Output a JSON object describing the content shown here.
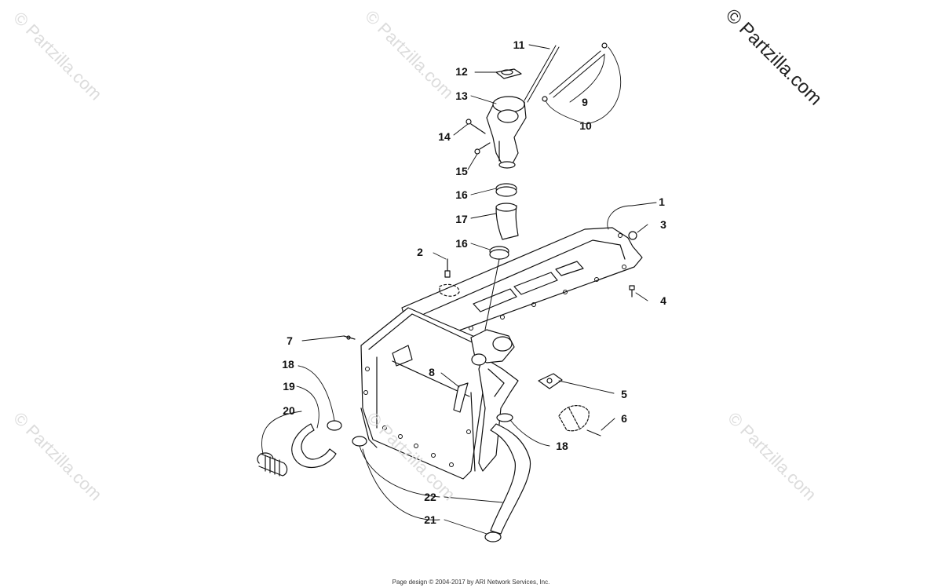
{
  "watermark": {
    "main": "© Partzilla.com",
    "faint": "© Partzilla.com"
  },
  "footer": {
    "text": "Page design © 2004-2017 by ARI Network Services, Inc."
  },
  "callouts": [
    "1",
    "2",
    "3",
    "4",
    "5",
    "6",
    "7",
    "8",
    "9",
    "10",
    "11",
    "12",
    "13",
    "14",
    "15",
    "16",
    "16",
    "17",
    "18",
    "18",
    "19",
    "20",
    "21",
    "22"
  ]
}
